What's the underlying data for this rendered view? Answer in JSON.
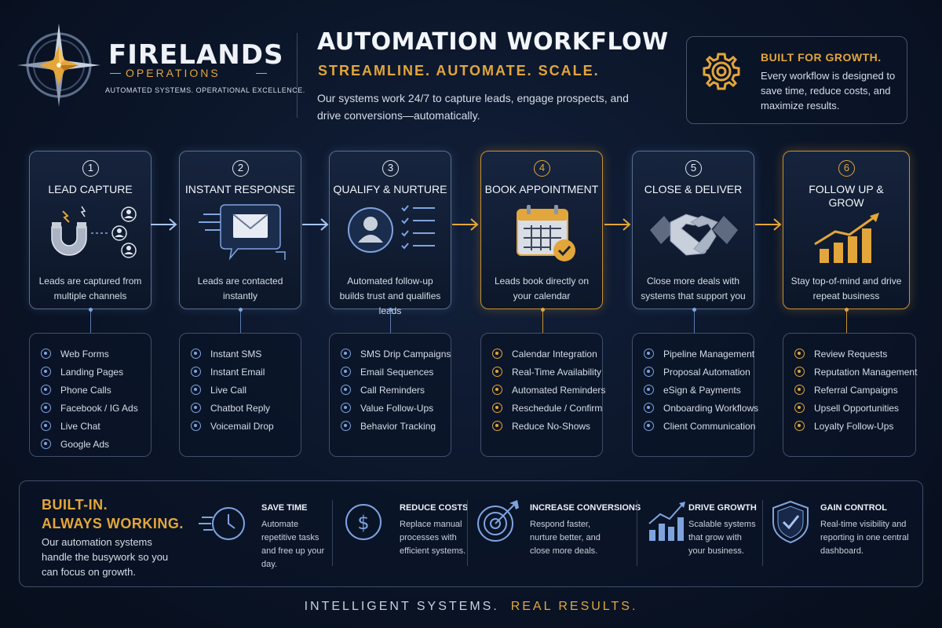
{
  "brand": {
    "name": "FIRELANDS",
    "sub": "OPERATIONS",
    "tagline": "AUTOMATED SYSTEMS. OPERATIONAL EXCELLENCE."
  },
  "header": {
    "title": "AUTOMATION WORKFLOW",
    "subtitle": "STREAMLINE. AUTOMATE. SCALE.",
    "description": "Our systems work 24/7 to capture leads, engage prospects, and drive conversions—automatically."
  },
  "growth_card": {
    "title": "BUILT FOR GROWTH.",
    "text": "Every workflow is designed to save time, reduce costs, and maximize results.",
    "icon": "gear-icon"
  },
  "steps": [
    {
      "number": "1",
      "title": "LEAD CAPTURE",
      "description": "Leads are captured from multiple channels",
      "icon": "magnet-icon",
      "accent": "blue",
      "items": [
        "Web Forms",
        "Landing Pages",
        "Phone Calls",
        "Facebook / IG Ads",
        "Live Chat",
        "Google Ads"
      ]
    },
    {
      "number": "2",
      "title": "INSTANT RESPONSE",
      "description": "Leads are contacted instantly",
      "icon": "envelope-icon",
      "accent": "blue",
      "items": [
        "Instant SMS",
        "Instant Email",
        "Live Call",
        "Chatbot Reply",
        "Voicemail Drop"
      ]
    },
    {
      "number": "3",
      "title": "QUALIFY & NURTURE",
      "description": "Automated follow-up builds trust and qualifies leads",
      "icon": "user-checklist-icon",
      "accent": "blue",
      "items": [
        "SMS Drip Campaigns",
        "Email Sequences",
        "Call Reminders",
        "Value Follow-Ups",
        "Behavior Tracking"
      ]
    },
    {
      "number": "4",
      "title": "BOOK APPOINTMENT",
      "description": "Leads book directly on your calendar",
      "icon": "calendar-check-icon",
      "accent": "gold",
      "items": [
        "Calendar Integration",
        "Real-Time Availability",
        "Automated Reminders",
        "Reschedule / Confirm",
        "Reduce No-Shows"
      ]
    },
    {
      "number": "5",
      "title": "CLOSE & DELIVER",
      "description": "Close more deals with systems that support you",
      "icon": "handshake-icon",
      "accent": "blue",
      "items": [
        "Pipeline Management",
        "Proposal Automation",
        "eSign & Payments",
        "Onboarding Workflows",
        "Client Communication"
      ]
    },
    {
      "number": "6",
      "title": "FOLLOW UP & GROW",
      "description": "Stay top-of-mind and drive repeat business",
      "icon": "growth-chart-icon",
      "accent": "gold",
      "items": [
        "Review Requests",
        "Reputation Management",
        "Referral Campaigns",
        "Upsell Opportunities",
        "Loyalty Follow-Ups"
      ]
    }
  ],
  "banner": {
    "title_line1": "BUILT-IN.",
    "title_line2": "ALWAYS WORKING.",
    "text": "Our automation systems handle the busywork so you can focus on growth.",
    "benefits": [
      {
        "title": "SAVE TIME",
        "text": "Automate repetitive tasks and free up your day.",
        "icon": "clock-icon"
      },
      {
        "title": "REDUCE COSTS",
        "text": "Replace manual processes with efficient systems.",
        "icon": "dollar-icon"
      },
      {
        "title": "INCREASE CONVERSIONS",
        "text": "Respond faster, nurture better, and close more deals.",
        "icon": "target-icon"
      },
      {
        "title": "DRIVE GROWTH",
        "text": "Scalable systems that grow with your business.",
        "icon": "bar-chart-icon"
      },
      {
        "title": "GAIN CONTROL",
        "text": "Real-time visibility and reporting in one central dashboard.",
        "icon": "shield-check-icon"
      }
    ]
  },
  "footer": {
    "part1": "INTELLIGENT SYSTEMS.",
    "part2": "REAL RESULTS."
  },
  "colors": {
    "accent_gold": "#e3a63a",
    "accent_blue": "#7ea4e0",
    "background": "#0b1528"
  }
}
